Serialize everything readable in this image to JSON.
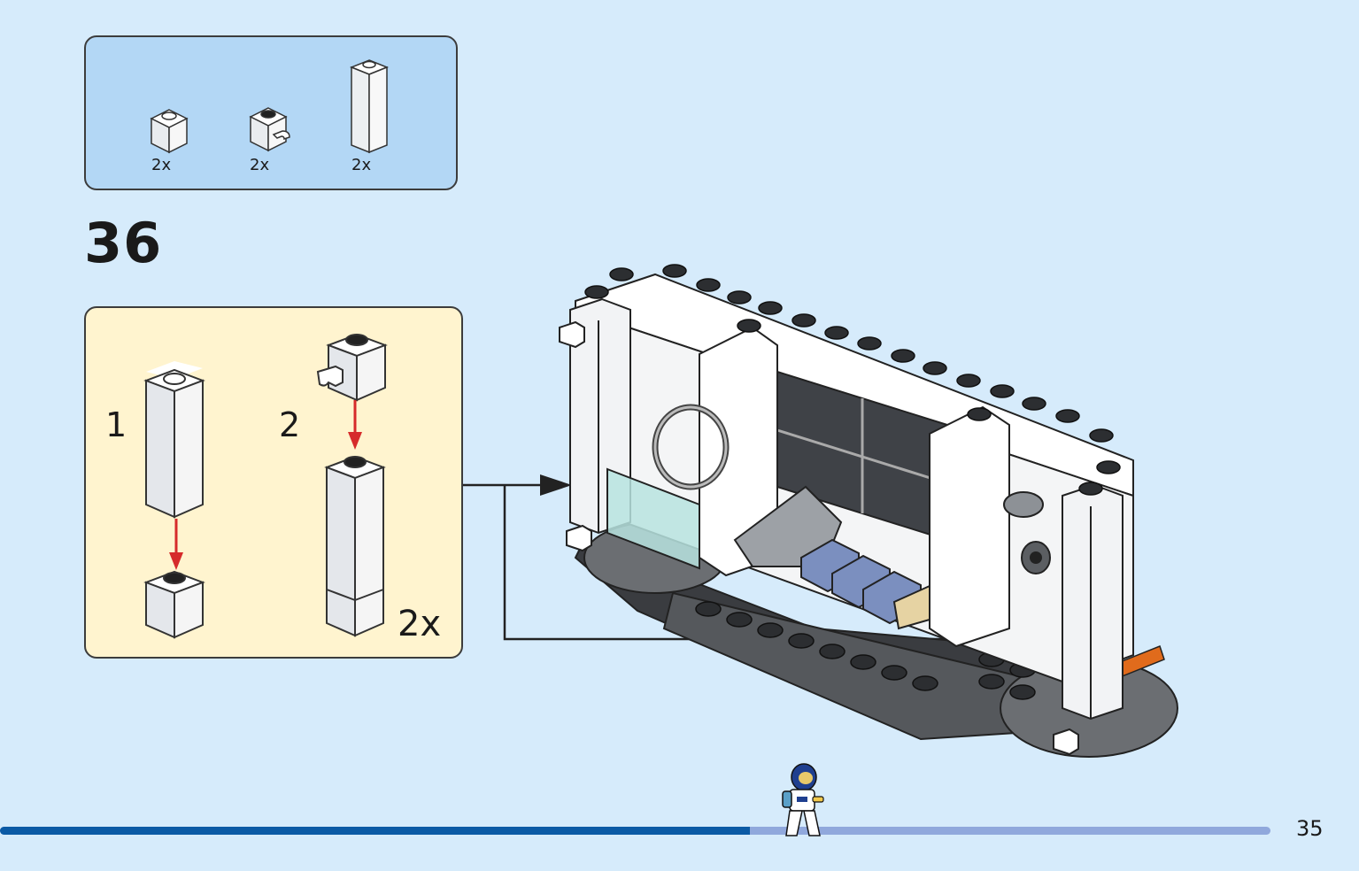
{
  "parts_list": {
    "items": [
      {
        "name": "brick-1x1",
        "qty": "2x"
      },
      {
        "name": "brick-1x1-with-clip",
        "qty": "2x"
      },
      {
        "name": "brick-1x1x3",
        "qty": "2x"
      }
    ]
  },
  "step": {
    "number": "36"
  },
  "sub_assembly": {
    "step1_label": "1",
    "step2_label": "2",
    "multiplier": "2x"
  },
  "footer": {
    "page_number": "35",
    "progress_percent": 59
  },
  "colors": {
    "page_bg": "#d6ebfb",
    "parts_box": "#b3d7f5",
    "sub_box": "#fff4cf",
    "arrow_red": "#d62b2b",
    "progress_done": "#0b5aa5",
    "progress_remaining": "#90a8dc"
  }
}
